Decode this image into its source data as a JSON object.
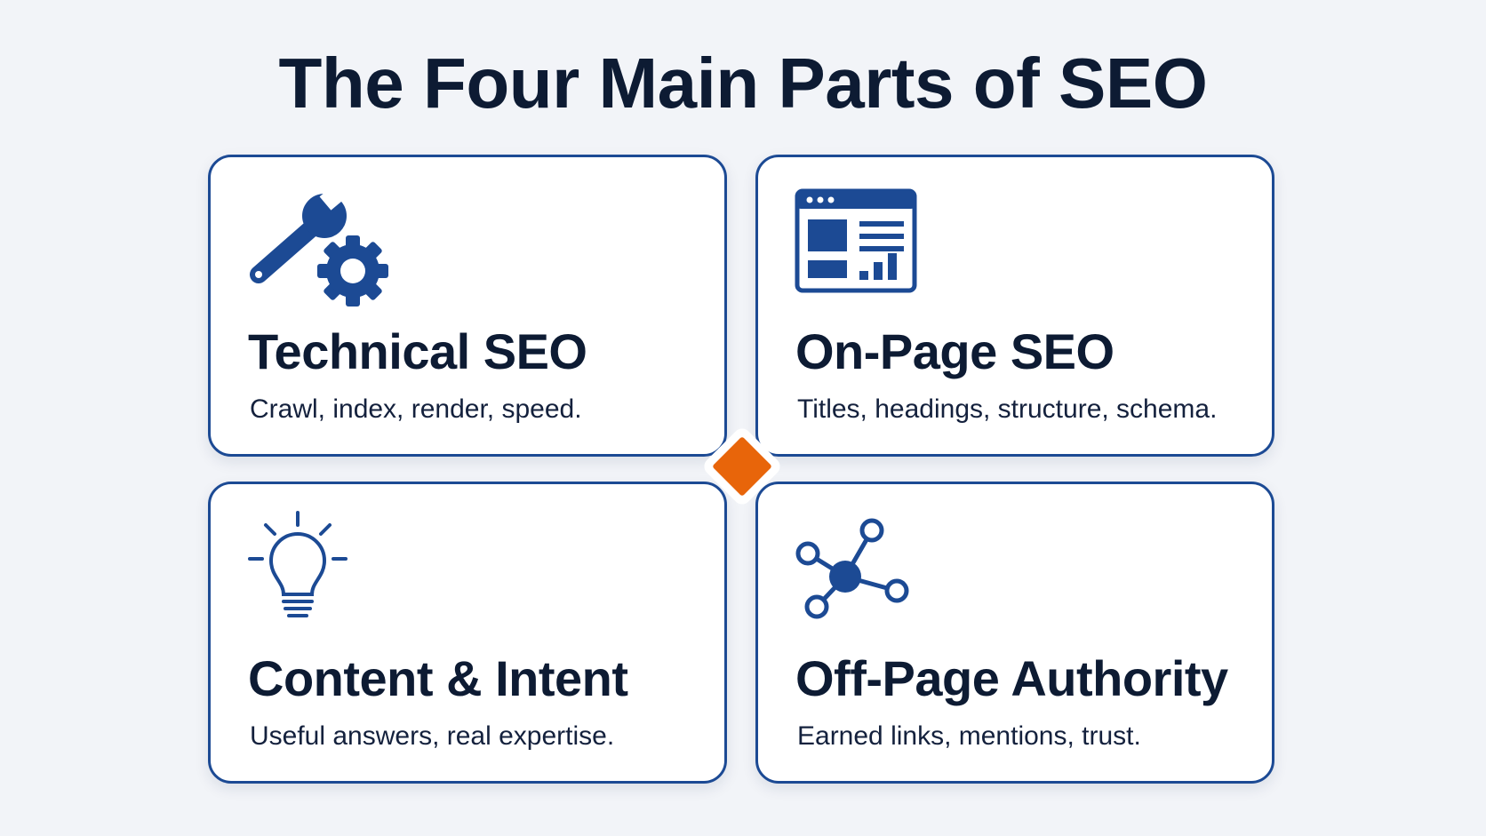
{
  "title": "The Four Main Parts of SEO",
  "colors": {
    "accent_blue": "#1c4a94",
    "dark_text": "#0d1b33",
    "center_diamond": "#e8650a",
    "background": "#f2f4f8"
  },
  "cards": [
    {
      "title": "Technical SEO",
      "description": "Crawl, index, render, speed.",
      "icon": "wrench-gear-icon"
    },
    {
      "title": "On-Page SEO",
      "description": "Titles, headings, structure, schema.",
      "icon": "webpage-layout-icon"
    },
    {
      "title": "Content & Intent",
      "description": "Useful answers, real expertise.",
      "icon": "lightbulb-icon"
    },
    {
      "title": "Off-Page Authority",
      "description": "Earned links, mentions, trust.",
      "icon": "network-nodes-icon"
    }
  ]
}
